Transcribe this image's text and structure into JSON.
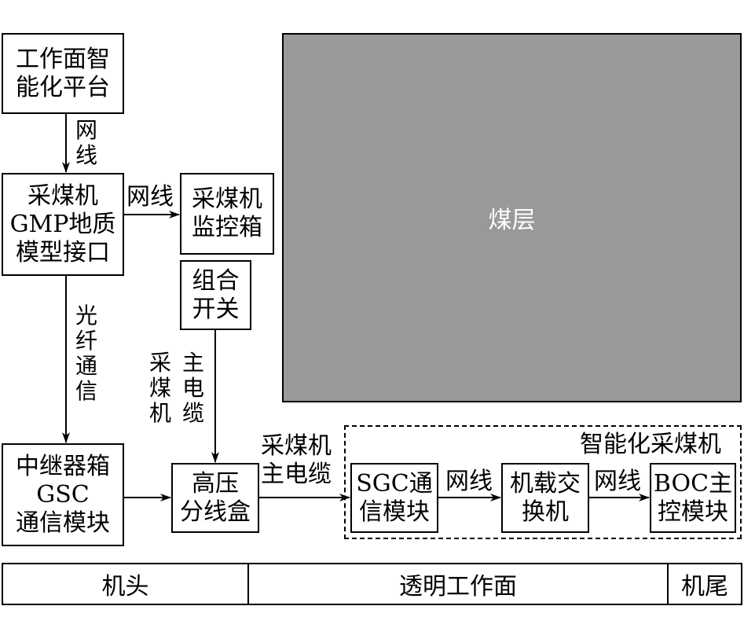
{
  "boxes": {
    "platform": "工作面智\n能化平台",
    "gmp": "采煤机\nGMP地质\n模型接口",
    "monitor": "采煤机\n监控箱",
    "combo_switch": "组合\n开关",
    "relay": "中继器箱\nGSC\n通信模块",
    "hv_box": "高压\n分线盒",
    "sgc": "SGC通\n信模块",
    "onboard_switch": "机载交\n换机",
    "boc": "BOC主\n控模块"
  },
  "labels": {
    "network_vertical": "网\n线",
    "network_h1": "网线",
    "fiber": "光\n纤\n通\n信",
    "shearer_cable_left": "采\n煤\n机",
    "main_cable_right": "主\n电\n缆",
    "shearer_main_cable": "采煤机\n主电缆",
    "network_h2": "网线",
    "network_h3": "网线",
    "smart_shearer": "智能化采煤机"
  },
  "coal_seam": "煤层",
  "bottom_bar": {
    "head": "机头",
    "transparent_face": "透明工作面",
    "tail": "机尾"
  }
}
